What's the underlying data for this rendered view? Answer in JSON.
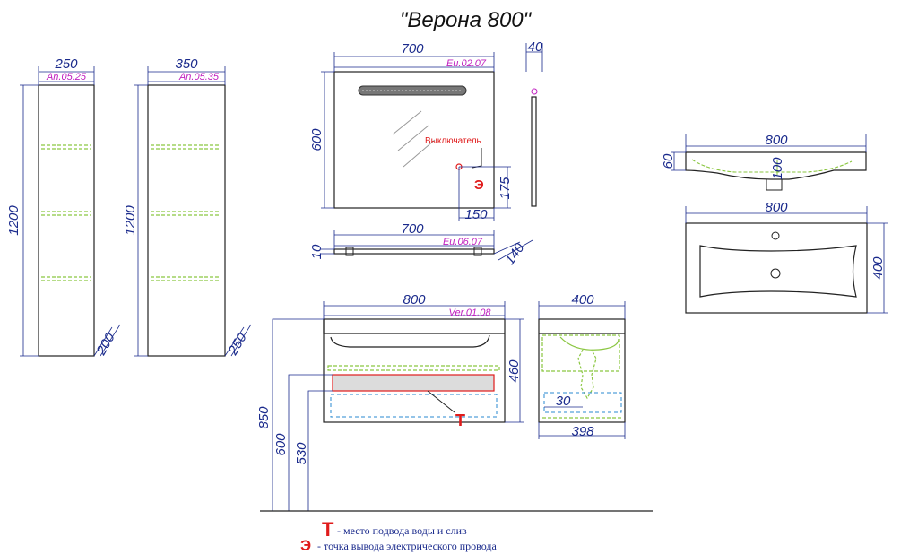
{
  "title": "\"Верона 800\"",
  "tall_cabinet_small": {
    "width": "250",
    "height": "1200",
    "depth": "200",
    "code": "An.05.25"
  },
  "tall_cabinet_large": {
    "width": "350",
    "height": "1200",
    "depth": "250",
    "code": "An.05.35"
  },
  "mirror": {
    "width": "700",
    "height": "600",
    "depth": "40",
    "code": "Eu.02.07",
    "switch_label": "Выключатель",
    "socket_marker": "Э",
    "socket_height": "175",
    "socket_offset": "150"
  },
  "shelf": {
    "width": "700",
    "height": "10",
    "depth": "140",
    "code": "Eu.06.07"
  },
  "vanity": {
    "width": "800",
    "height": "460",
    "code": "Ver.01.08",
    "water_marker": "T",
    "mount_height": "850",
    "level_600": "600",
    "level_530": "530"
  },
  "vanity_side": {
    "depth": "400",
    "inner_depth": "398",
    "offset": "30"
  },
  "basin_side": {
    "width": "800",
    "height": "60",
    "inner": "100"
  },
  "basin_top": {
    "width": "800",
    "depth": "400"
  },
  "legend": {
    "water_symbol": "T",
    "water_text": "- место подвода воды и слив",
    "electric_symbol": "Э",
    "electric_text": "-  точка вывода электрического провода"
  },
  "colors": {
    "dimension_lines": "#1a2a8c",
    "product_codes": "#c020c0",
    "markers": "#e01b1b",
    "shelves_dashed": "#8ac640",
    "hidden_dashed": "#2a8ad0"
  }
}
